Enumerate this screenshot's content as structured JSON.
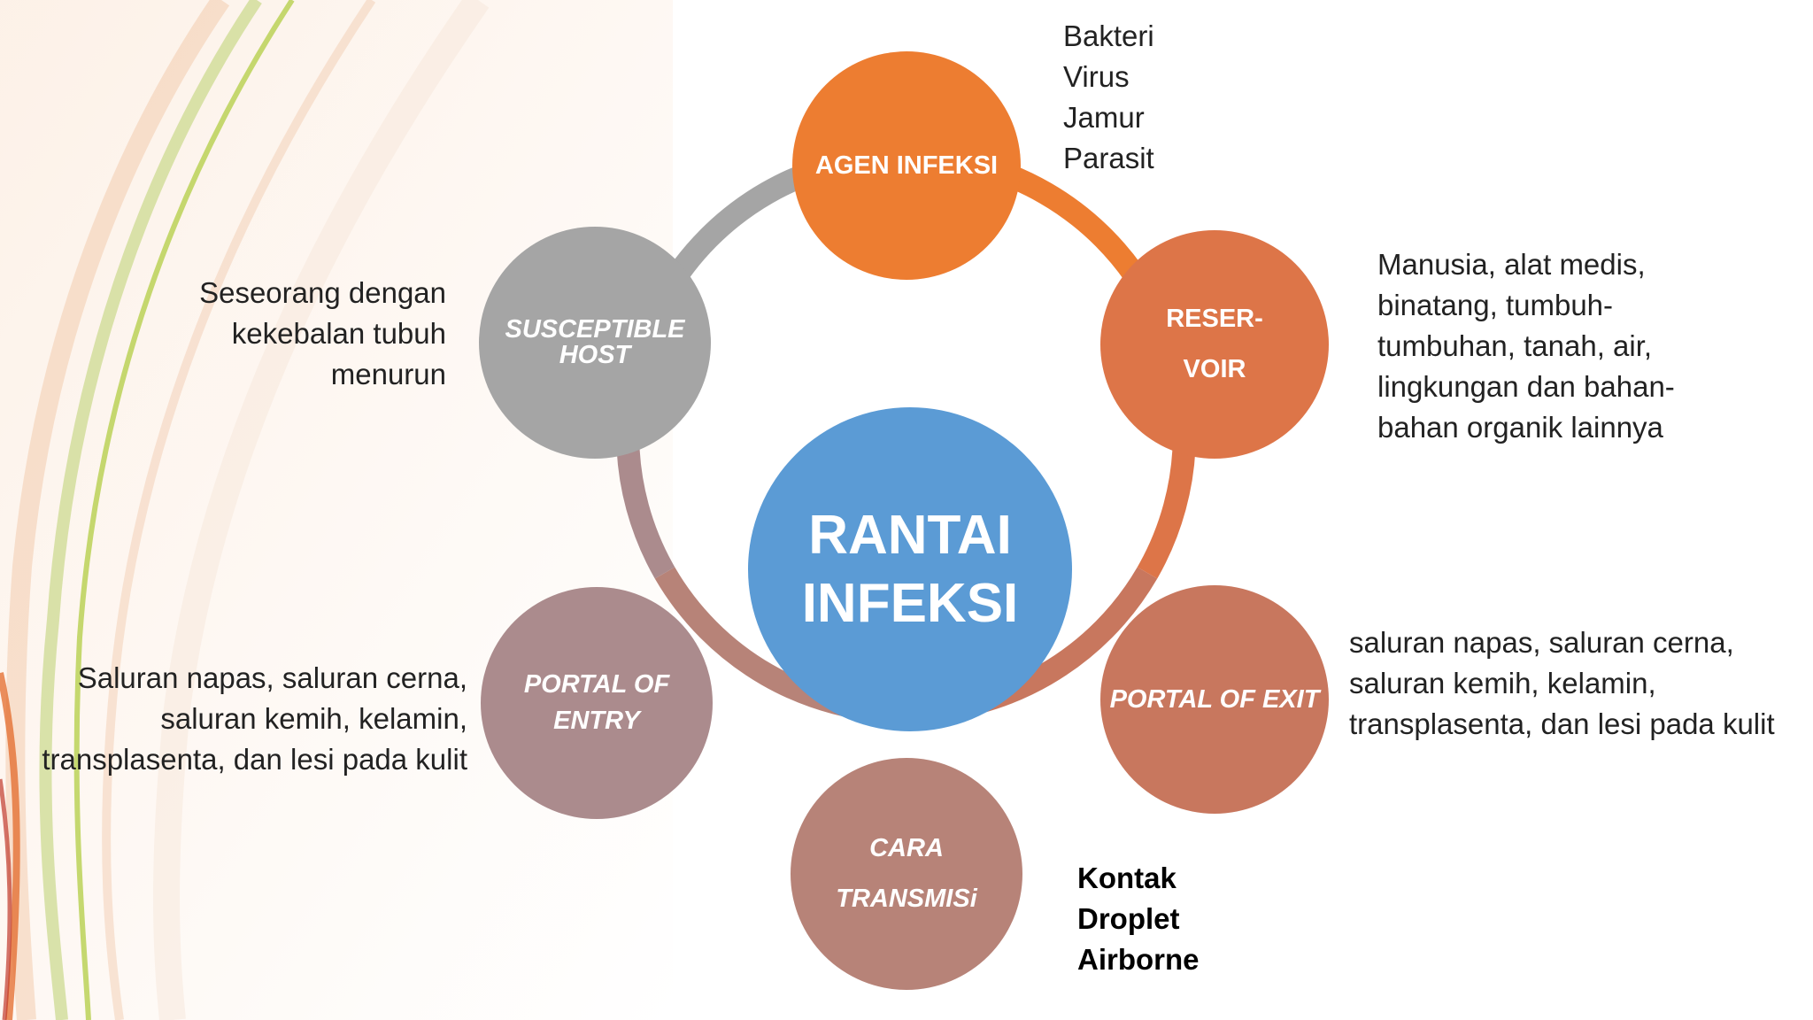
{
  "diagram": {
    "center": {
      "line1": "RANTAI",
      "line2": "INFEKSI"
    },
    "nodes": {
      "agen": {
        "label": "AGEN INFEKSI"
      },
      "reservoir": {
        "line1": "RESER-",
        "line2": "VOIR"
      },
      "exit": {
        "label": "PORTAL OF EXIT"
      },
      "transmisi": {
        "line1": "CARA",
        "line2": "TRANSMISi"
      },
      "entry": {
        "line1": "PORTAL OF",
        "line2": "ENTRY"
      },
      "host": {
        "label": "SUSCEPTIBLE HOST"
      }
    },
    "notes": {
      "agen": [
        "Bakteri",
        "Virus",
        "Jamur",
        "Parasit"
      ],
      "reservoir": [
        "Manusia, alat medis,",
        "binatang, tumbuh-",
        "tumbuhan, tanah, air,",
        "lingkungan dan bahan-",
        "bahan organik lainnya"
      ],
      "exit": [
        "saluran napas, saluran cerna,",
        "saluran kemih, kelamin,",
        "transplasenta, dan lesi pada kulit"
      ],
      "transmisi": [
        "Kontak",
        "Droplet",
        "Airborne"
      ],
      "entry": [
        "Saluran napas, saluran cerna,",
        "saluran kemih, kelamin,",
        "transplasenta, dan lesi pada kulit"
      ],
      "host": [
        "Seseorang dengan",
        "kekebalan tubuh",
        "menurun"
      ]
    },
    "colors": {
      "agen": "#ed7d31",
      "reservoir": "#dd7548",
      "exit": "#c8775e",
      "transmisi": "#b78378",
      "entry": "#ab8b8d",
      "host": "#a5a5a5",
      "center": "#5b9bd5"
    }
  }
}
